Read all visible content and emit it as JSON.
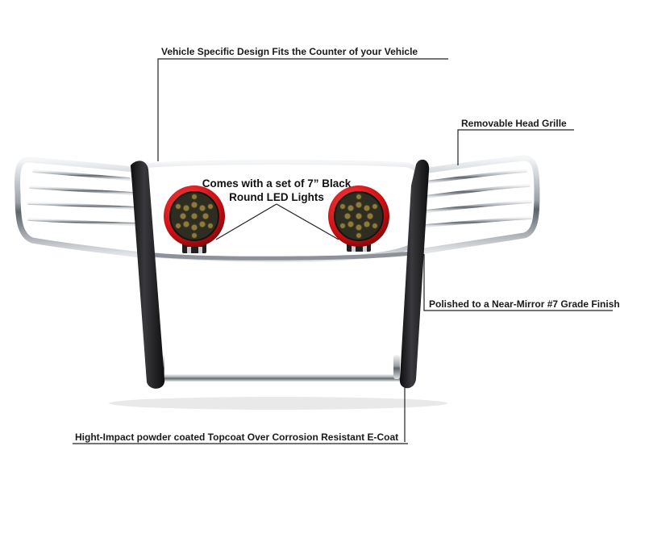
{
  "callouts": {
    "top": "Vehicle Specific Design Fits the Counter of your Vehicle",
    "grille": "Removable Head Grille",
    "finish": "Polished to a Near-Mirror #7 Grade Finish",
    "coat": "Hight-Impact powder coated Topcoat Over Corrosion Resistant E-Coat"
  },
  "lights_label": {
    "line1": "Comes with a set of 7” Black",
    "line2": "Round LED Lights"
  },
  "colors": {
    "chrome": "#c9cdd1",
    "chrome_dark": "#6f757b",
    "black_coat": "#1e1e20",
    "light_housing": "#d8151b",
    "led_face": "#2a2a1c",
    "leader_line": "#222222"
  },
  "icons": {
    "left_light": "round-led-light-icon",
    "right_light": "round-led-light-icon"
  }
}
